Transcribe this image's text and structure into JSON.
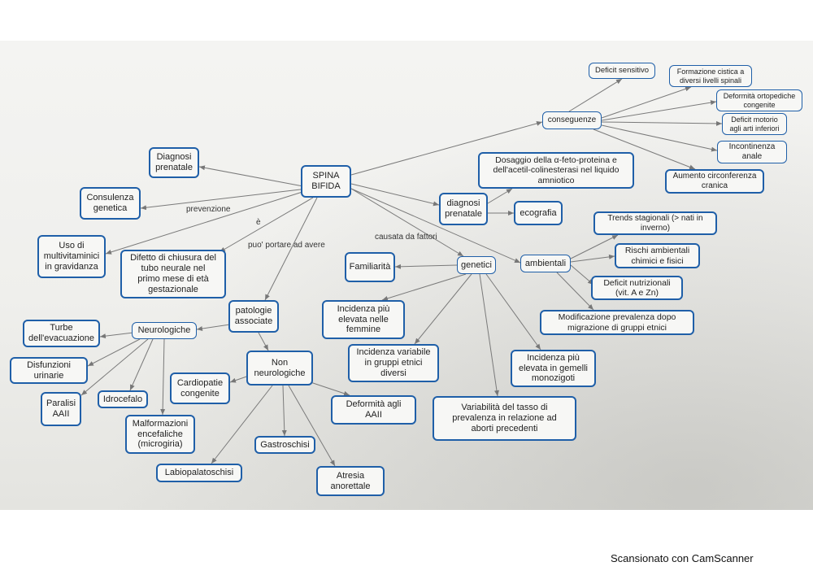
{
  "nodes": {
    "spina": "SPINA\nBIFIDA",
    "diagnosi_prenatale_top": "Diagnosi\nprenatale",
    "consulenza": "Consulenza\ngenetica",
    "multivitaminici": "Uso di\nmultivitaminici\nin gravidanza",
    "difetto": "Difetto di chiusura del\ntubo neurale nel\nprimo mese di età\ngestazionale",
    "patologie": "patologie\nassociate",
    "neurologiche": "Neurologiche",
    "turbe": "Turbe\ndell'evacuazione",
    "disfunzioni": "Disfunzioni\nurinarie",
    "paralisi": "Paralisi\nAAII",
    "idrocefalo": "Idrocefalo",
    "malformazioni": "Malformazioni\nencefaliche\n(microgiria)",
    "non_neuro": "Non\nneurologiche",
    "cardiopatie": "Cardiopatie\ncongenite",
    "gastroschisi": "Gastroschisi",
    "labiopalatoschisi": "Labiopalatoschisi",
    "atresia": "Atresia\nanorettale",
    "deformita_aaii": "Deformità agli\nAAII",
    "conseguenze": "conseguenze",
    "deficit_sensitivo": "Deficit sensitivo",
    "formazione_cistica": "Formazione cistica a\ndiversi livelli spinali",
    "deformita_ortopediche": "Deformità ortopediche\ncongenite",
    "deficit_motorio": "Deficit motorio\nagli arti inferiori",
    "incontinenza": "Incontinenza\nanale",
    "circonferenza": "Aumento circonferenza\ncranica",
    "diagnosi_prenatale_mid": "diagnosi\nprenatale",
    "dosaggio": "Dosaggio della α-feto-proteina e\ndell'acetil-colinesterasi nel liquido\namniotico",
    "ecografia": "ecografia",
    "genetici": "genetici",
    "ambientali": "ambientali",
    "familiarita": "Familiarità",
    "incidenza_femmine": "Incidenza più\nelevata nelle\nfemmine",
    "incidenza_etnici": "Incidenza variabile\nin gruppi etnici\ndiversi",
    "variabilita": "Variabilità del tasso di\nprevalenza in relazione ad\naborti precedenti",
    "incidenza_gemelli": "Incidenza più\nelevata in gemelli\nmonozigoti",
    "trends": "Trends stagionali (> nati in\ninverno)",
    "rischi": "Rischi ambientali\nchimici e fisici",
    "deficit_nutrizionali": "Deficit nutrizionali\n(vit. A e Zn)",
    "modificazione": "Modificazione prevalenza dopo\nmigrazione di gruppi etnici"
  },
  "link_labels": {
    "prevenzione": "prevenzione",
    "e": "è",
    "puo_portare": "puo' portare ad avere",
    "causata": "causata da fattori"
  },
  "footer": "Scansionato con CamScanner",
  "colors": {
    "border": "#1f5fa8",
    "line": "#7a7a7a"
  }
}
